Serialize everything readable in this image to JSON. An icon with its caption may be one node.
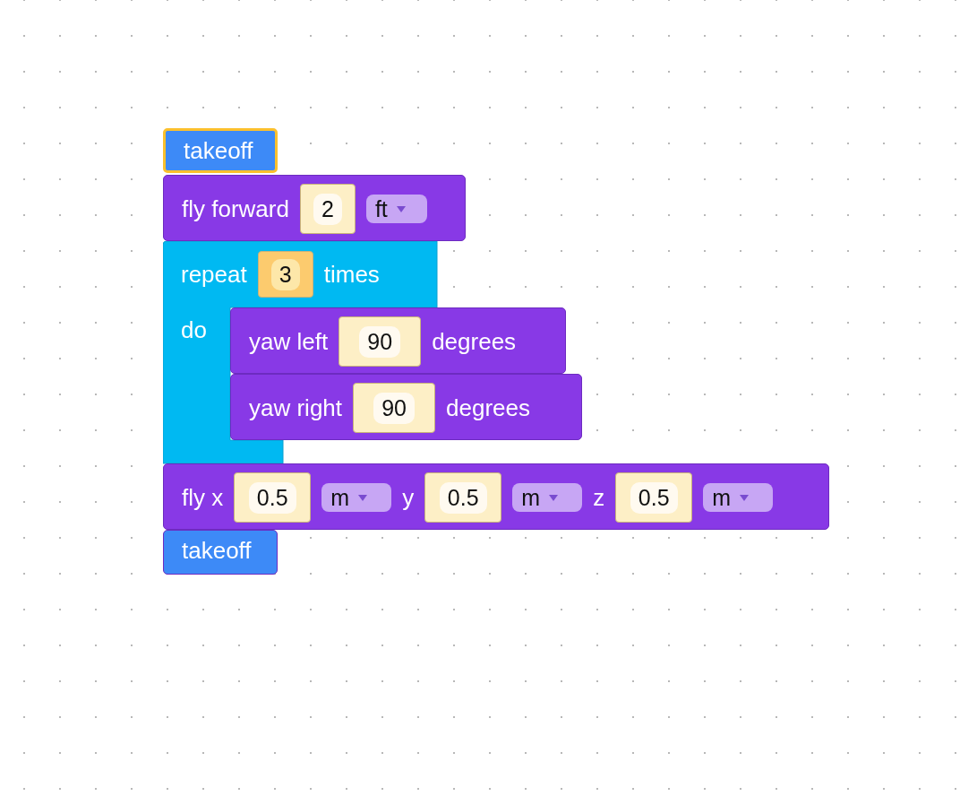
{
  "diagram": {
    "nodes": [
      {
        "text": [
          "takeoff"
        ]
      },
      {
        "text": [
          "fly forward"
        ]
      },
      {
        "text": [
          "2"
        ],
        "in": 1
      },
      {
        "text": [
          "ft"
        ],
        "in": 1
      },
      {
        "text": [
          "repeat",
          "times",
          "do"
        ]
      },
      {
        "text": [
          "3"
        ],
        "in": 4
      },
      {
        "text": [
          "yaw left",
          "degrees"
        ]
      },
      {
        "text": [
          "90"
        ],
        "in": 6
      },
      {
        "text": [
          "yaw right",
          "degrees"
        ]
      },
      {
        "text": [
          "90"
        ],
        "in": 8
      },
      {
        "text": [
          "fly x",
          "y",
          "z"
        ]
      },
      {
        "text": [
          "0.5"
        ],
        "in": 10
      },
      {
        "text": [
          "m"
        ],
        "in": 10
      },
      {
        "text": [
          "0.5"
        ],
        "in": 10
      },
      {
        "text": [
          "m"
        ],
        "in": 10
      },
      {
        "text": [
          "0.5"
        ],
        "in": 10
      },
      {
        "text": [
          "m"
        ],
        "in": 10
      },
      {
        "text": [
          "takeoff"
        ]
      }
    ]
  }
}
